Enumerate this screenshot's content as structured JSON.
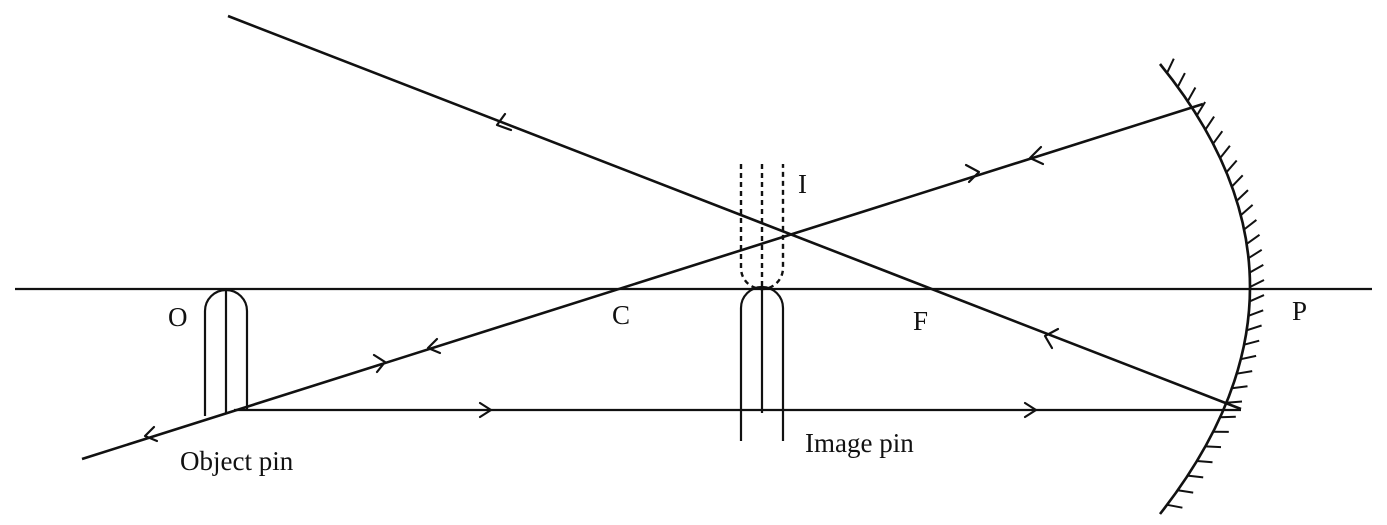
{
  "labels": {
    "object_point": "O",
    "centre_of_curvature": "C",
    "focus": "F",
    "pole": "P",
    "image_point": "I",
    "object_pin": "Object pin",
    "image_pin": "Image pin"
  },
  "colors": {
    "line": "#111111",
    "background": "#ffffff"
  }
}
